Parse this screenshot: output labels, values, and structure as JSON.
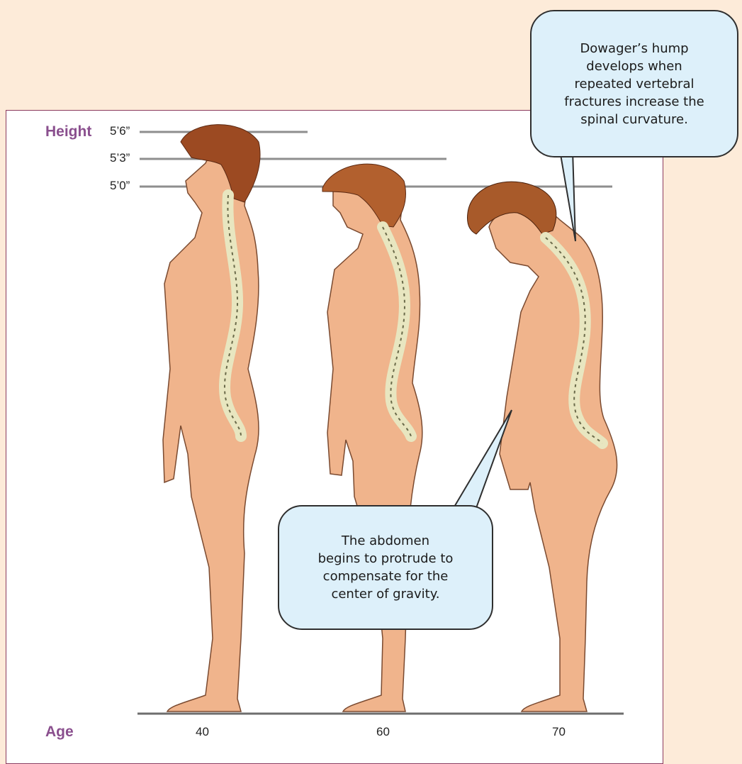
{
  "axis": {
    "height_label": "Height",
    "age_label": "Age",
    "height_ticks": [
      "5’6”",
      "5’3”",
      "5’0”"
    ],
    "age_ticks": [
      "40",
      "60",
      "70"
    ]
  },
  "callouts": {
    "dowager": "Dowager’s hump\ndevelops when\nrepeated vertebral\nfractures increase the\nspinal curvature.",
    "abdomen": "The abdomen\nbegins to protrude to\ncompensate for the\ncenter of gravity."
  },
  "colors": {
    "background": "#fdebd9",
    "panel_border": "#8b3a5e",
    "axis_label": "#8a4f8e",
    "skin": "#f0b48c",
    "hair": "#9c4a22",
    "spine": "#e8e6c0",
    "callout_fill": "#ddf0fa"
  }
}
